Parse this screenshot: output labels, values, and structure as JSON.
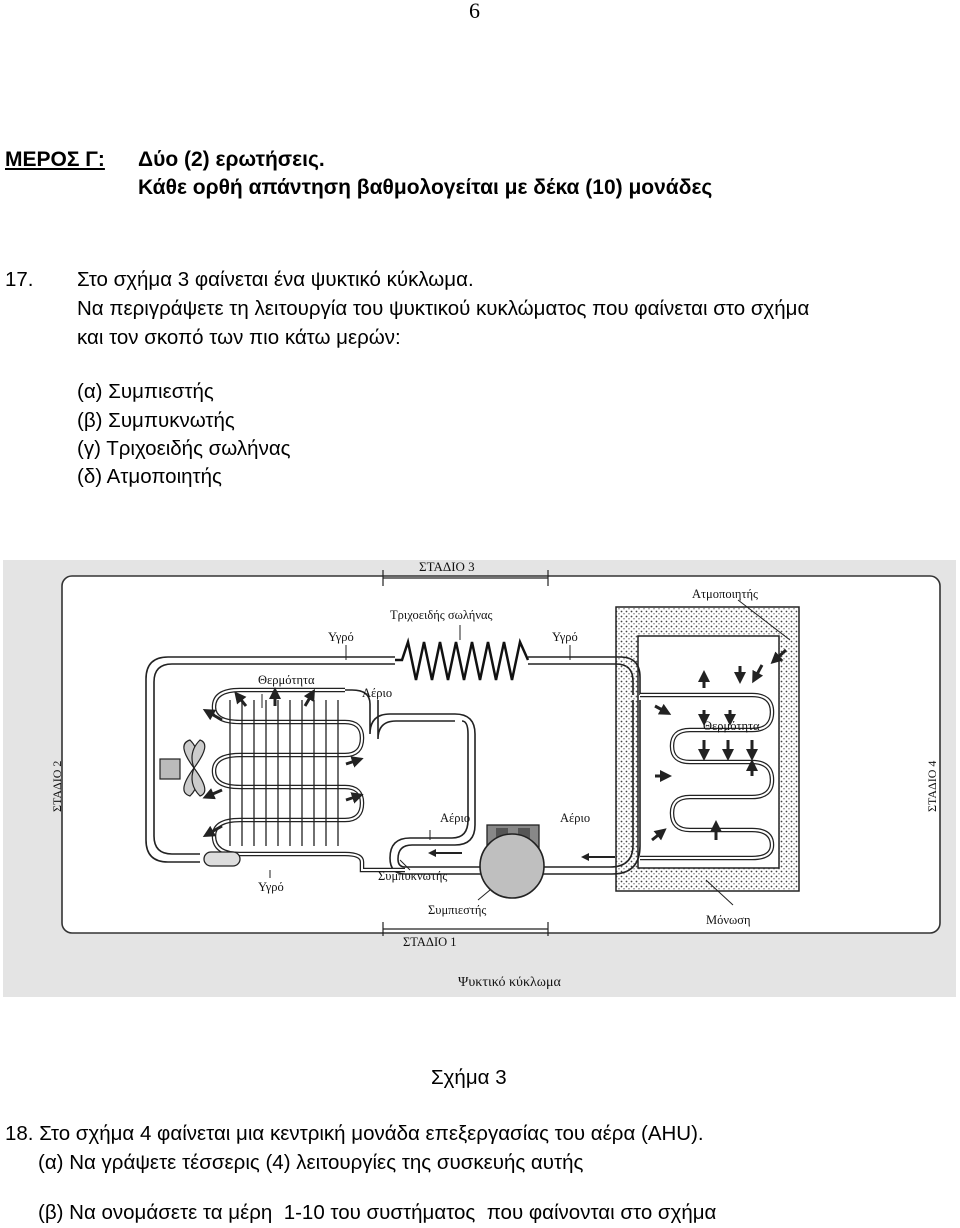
{
  "page_number": "6",
  "part": {
    "label": "ΜΕΡΟΣ Γ:",
    "title": "Δύο (2) ερωτήσεις.",
    "subtitle": "Κάθε ορθή απάντηση βαθμολογείται με δέκα (10) μονάδες"
  },
  "q17": {
    "number": "17.",
    "line1": "Στο σχήμα 3 φαίνεται ένα ψυκτικό κύκλωμα.",
    "line2": "Να περιγράψετε τη λειτουργία του ψυκτικού κυκλώματος που φαίνεται στο σχήμα",
    "line3": "και τον σκοπό των πιο κάτω μερών:",
    "items": [
      "(α) Συμπιεστής",
      "(β) Συμπυκνωτής",
      "(γ) Τριχοειδής σωλήνας",
      "(δ) Ατμοποιητής"
    ]
  },
  "figure": {
    "stage3": "ΣΤΑΔΙΟ 3",
    "capillary": "Τριχοειδής σωλήνας",
    "evaporator": "Ατμοποιητής",
    "liquid_left": "Υγρό",
    "liquid_right": "Υγρό",
    "heat_left": "Θερμότητα",
    "gas_top": "Αέριο",
    "heat_right": "Θερμότητα",
    "stage2": "ΣΤΑΔΙΟ 2",
    "stage4": "ΣΤΑΔΙΟ 4",
    "gas_mid_left": "Αέριο",
    "gas_mid_right": "Αέριο",
    "condenser": "Συμπυκνωτής",
    "liquid_bottom": "Υγρό",
    "compressor": "Συμπιεστής",
    "insulation": "Μόνωση",
    "stage1": "ΣΤΑΔΙΟ 1",
    "title": "Ψυκτικό κύκλωμα"
  },
  "figure_caption": "Σχήμα 3",
  "q18": {
    "line1": "18. Στο σχήμα 4 φαίνεται μια κεντρική μονάδα επεξεργασίας του αέρα (AHU).",
    "line2": "(α) Να γράψετε τέσσερις (4) λειτουργίες της συσκευής αυτής",
    "line3": "(β) Να ονομάσετε τα μέρη  1-10 του συστήματος  που φαίνονται στο σχήμα"
  }
}
